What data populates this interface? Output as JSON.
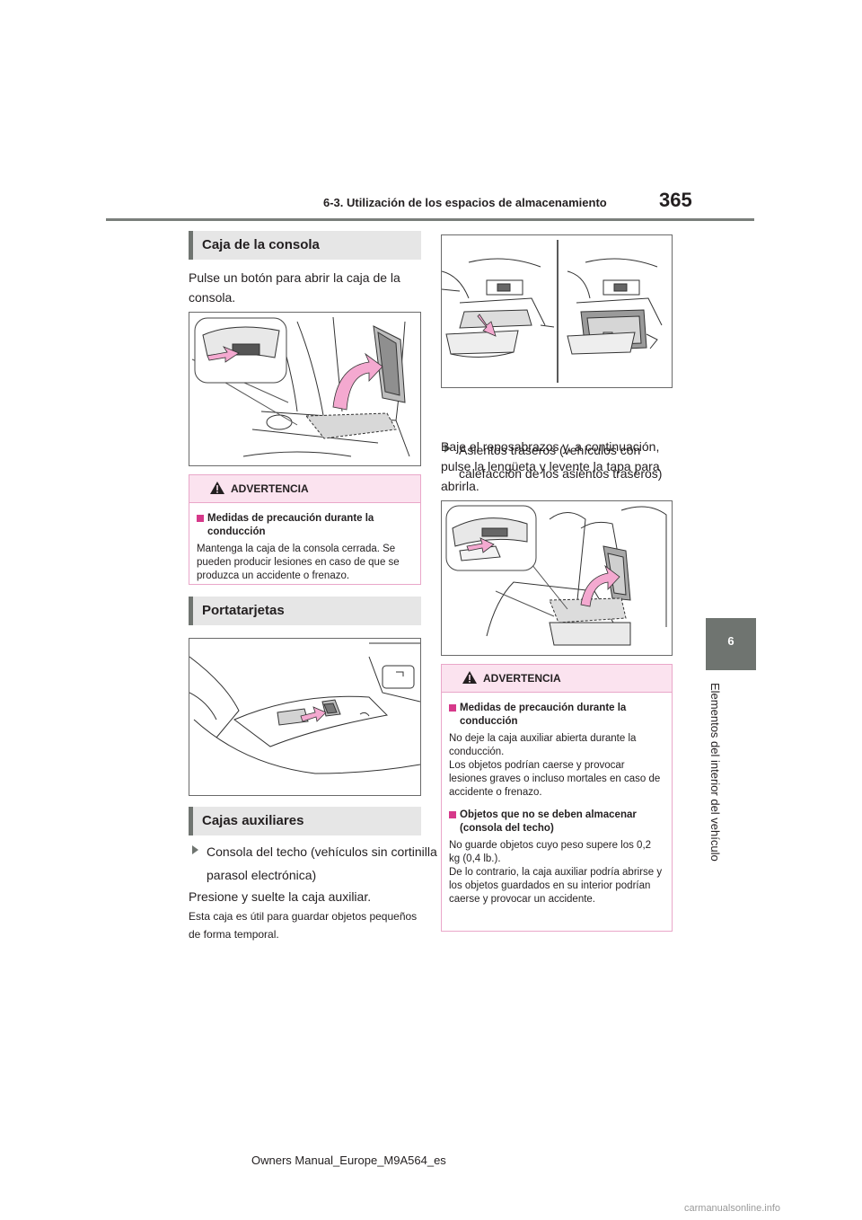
{
  "header": {
    "section": "6-3. Utilización de los espacios de almacenamiento",
    "page_number": "365"
  },
  "side_tab": {
    "number": "6",
    "label": "Elementos del interior del vehículo"
  },
  "left": {
    "console_box": {
      "heading": "Caja de la consola",
      "text": "Pulse un botón para abrir la caja de la consola."
    },
    "warning1": {
      "label": "ADVERTENCIA",
      "subheading": "Medidas de precaución durante la conducción",
      "body": "Mantenga la caja de la consola cerrada. Se pueden producir lesiones en caso de que se produzca un accidente o frenazo."
    },
    "card_holder": {
      "heading": "Portatarjetas"
    },
    "aux_boxes": {
      "heading": "Cajas auxiliares",
      "bullet": "Consola del techo (vehículos sin cortinilla parasol electrónica)",
      "text": "Presione y suelte la caja auxiliar.",
      "note": "Esta caja es útil para guardar objetos pequeños de forma temporal."
    }
  },
  "right": {
    "bullet": "Asientos traseros (vehículos con calefacción de los asientos traseros)",
    "text": "Baje el reposabrazos y, a continuación, pulse la lengüeta y levente la tapa para abrirla.",
    "warning2": {
      "label": "ADVERTENCIA",
      "sub1": "Medidas de precaución durante la conducción",
      "body1a": "No deje la caja auxiliar abierta durante la conducción.",
      "body1b": "Los objetos podrían caerse y provocar lesiones graves o incluso mortales en caso de accidente o frenazo.",
      "sub2": "Objetos que no se deben almacenar (consola del techo)",
      "body2a": "No guarde objetos cuyo peso supere los 0,2 kg (0,4 lb.).",
      "body2b": "De lo contrario, la caja auxiliar podría abrirse y los objetos guardados en su interior podrían caerse y provocar un accidente."
    }
  },
  "footer": {
    "text": "Owners Manual_Europe_M9A564_es",
    "watermark": "carmanualsonline.info"
  },
  "colors": {
    "accent_grey": "#6f7470",
    "warning_pink": "#fbe3ef",
    "warning_border": "#e9a7c9",
    "arrow_pink": "#f4a9d0",
    "bullet_square": "#d6398a"
  }
}
